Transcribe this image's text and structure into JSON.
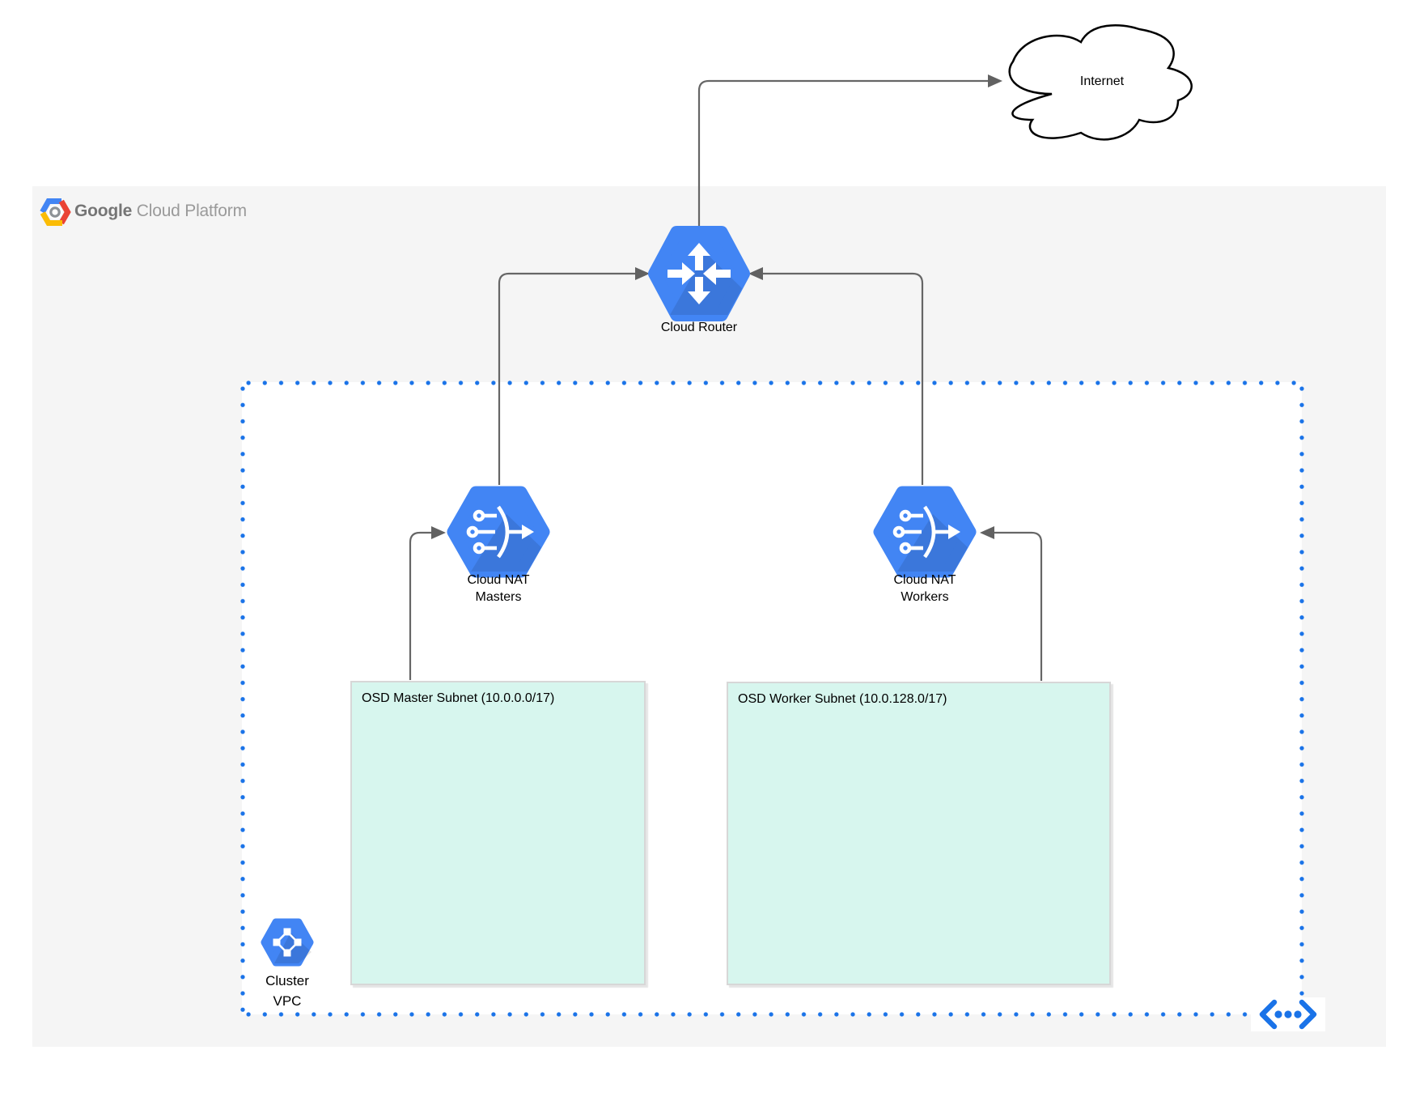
{
  "header": {
    "logo": {
      "brand": "Google",
      "product": "Cloud Platform"
    }
  },
  "nodes": {
    "internet": {
      "label": "Internet"
    },
    "cloud_router": {
      "label": "Cloud Router"
    },
    "cloud_nat_masters": {
      "line1": "Cloud NAT",
      "line2": "Masters"
    },
    "cloud_nat_workers": {
      "line1": "Cloud NAT",
      "line2": "Workers"
    },
    "cluster_vpc": {
      "line1": "Cluster",
      "line2": "VPC"
    }
  },
  "subnets": {
    "master": {
      "label": "OSD Master Subnet (10.0.0.0/17)"
    },
    "worker": {
      "label": "OSD Worker Subnet (10.0.128.0/17)"
    }
  },
  "colors": {
    "node_blue": "#4285f4",
    "vpc_dot_blue": "#1a73e8",
    "subnet_fill": "#d7f6ee",
    "subnet_border": "#d7d7d7",
    "connector_gray": "#666666",
    "gcp_area_gray": "#f5f5f5",
    "cloud_outline": "#000000",
    "logo_red": "#ea4335",
    "logo_yellow": "#fbbc05",
    "logo_blue": "#4285f4"
  }
}
